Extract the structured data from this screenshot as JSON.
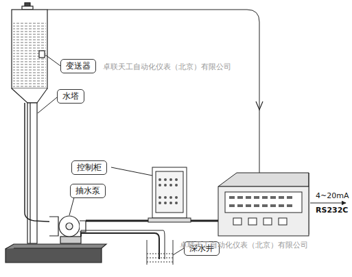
{
  "diagram": {
    "nodes": [
      {
        "text": [
          "变送器"
        ]
      },
      {
        "text": [
          "水塔"
        ]
      },
      {
        "text": [
          "控制柜"
        ]
      },
      {
        "text": [
          "抽水泵"
        ]
      },
      {
        "text": [
          "深水井"
        ]
      }
    ],
    "labels": [
      "4~20mA",
      "RS232C",
      "卓联天工自动化仪表（北京）有限公司",
      "卓联天工自动化仪表（北京）有限公司"
    ]
  }
}
